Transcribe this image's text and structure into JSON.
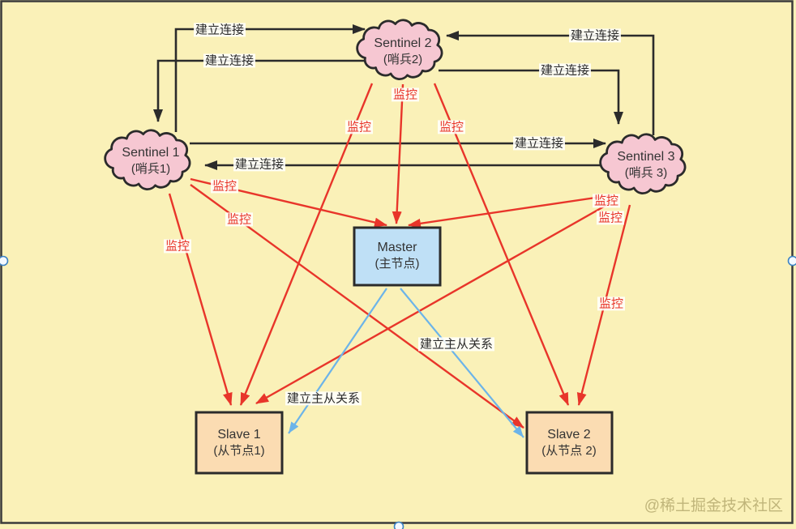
{
  "nodes": {
    "sentinel1": {
      "title": "Sentinel 1",
      "subtitle": "(哨兵1)"
    },
    "sentinel2": {
      "title": "Sentinel 2",
      "subtitle": "(哨兵2)"
    },
    "sentinel3": {
      "title": "Sentinel 3",
      "subtitle": "(哨兵 3)"
    },
    "master": {
      "title": "Master",
      "subtitle": "(主节点)"
    },
    "slave1": {
      "title": "Slave 1",
      "subtitle": "(从节点1)"
    },
    "slave2": {
      "title": "Slave 2",
      "subtitle": "(从节点 2)"
    }
  },
  "labels": {
    "connect": "建立连接",
    "monitor": "监控",
    "replicate": "建立主从关系"
  },
  "edges": [
    {
      "from": "sentinel1",
      "to": "sentinel2",
      "label": "建立连接"
    },
    {
      "from": "sentinel2",
      "to": "sentinel1",
      "label": "建立连接"
    },
    {
      "from": "sentinel2",
      "to": "sentinel3",
      "label": "建立连接"
    },
    {
      "from": "sentinel3",
      "to": "sentinel2",
      "label": "建立连接"
    },
    {
      "from": "sentinel1",
      "to": "sentinel3",
      "label": "建立连接"
    },
    {
      "from": "sentinel3",
      "to": "sentinel1",
      "label": "建立连接"
    },
    {
      "from": "sentinel1",
      "to": "master",
      "label": "监控"
    },
    {
      "from": "sentinel1",
      "to": "slave1",
      "label": "监控"
    },
    {
      "from": "sentinel1",
      "to": "slave2",
      "label": "监控"
    },
    {
      "from": "sentinel2",
      "to": "master",
      "label": "监控"
    },
    {
      "from": "sentinel2",
      "to": "slave1",
      "label": "监控"
    },
    {
      "from": "sentinel2",
      "to": "slave2",
      "label": "监控"
    },
    {
      "from": "sentinel3",
      "to": "master",
      "label": "监控"
    },
    {
      "from": "sentinel3",
      "to": "slave1",
      "label": "监控"
    },
    {
      "from": "sentinel3",
      "to": "slave2",
      "label": "监控"
    },
    {
      "from": "master",
      "to": "slave1",
      "label": "建立主从关系"
    },
    {
      "from": "master",
      "to": "slave2",
      "label": "建立主从关系"
    }
  ],
  "watermark": "@稀土掘金技术社区",
  "colors": {
    "background": "#FAF1B8",
    "cloud_fill": "#F6C7D2",
    "master_fill": "#BFE0F6",
    "slave_fill": "#FBDCB2",
    "line": "#2B2B2B",
    "monitor_red": "#E8352A",
    "replicate_blue": "#6CB4E9",
    "handle_stroke": "#3B82C4"
  }
}
